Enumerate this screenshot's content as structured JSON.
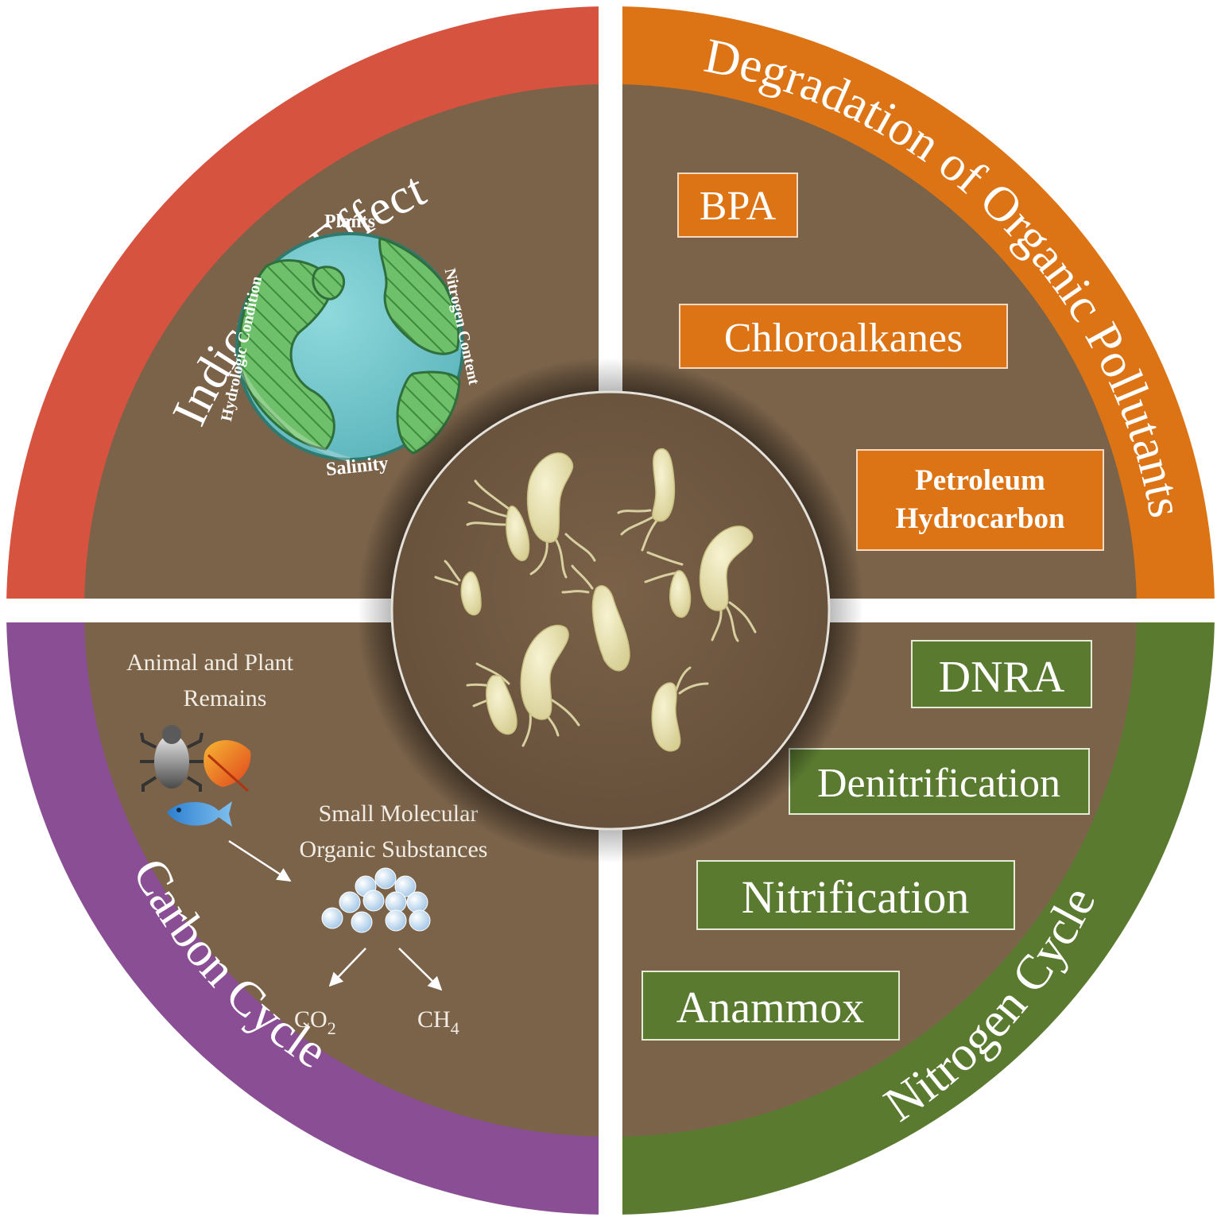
{
  "center": {
    "bacteria_icon": "rod-shaped-bacteria-icon"
  },
  "quadrants": {
    "indicative": {
      "title": "Indicative Effect",
      "color": "#d6533f",
      "globe_labels": {
        "top": "Plants",
        "right": "Nitrogen Content",
        "bottom": "Salinity",
        "left": "Hydrologic Condition"
      }
    },
    "degradation": {
      "title": "Degradation of Organic Pollutants",
      "color": "#dc7416",
      "items": [
        "BPA",
        "Chloroalkanes"
      ],
      "item3_line1": "Petroleum",
      "item3_line2": "Hydrocarbon"
    },
    "carbon": {
      "title": "Carbon Cycle",
      "color": "#894e93",
      "remains_line1": "Animal and Plant",
      "remains_line2": "Remains",
      "molecules_line1": "Small Molecular",
      "molecules_line2": "Organic Substances",
      "product1_base": "CO",
      "product1_sub": "2",
      "product2_base": "CH",
      "product2_sub": "4",
      "icons": [
        "beetle-icon",
        "leaf-icon",
        "fish-icon",
        "molecule-cluster-icon"
      ]
    },
    "nitrogen": {
      "title": "Nitrogen Cycle",
      "color": "#5a7a30",
      "items": [
        "DNRA",
        "Denitrification",
        "Nitrification",
        "Anammox"
      ]
    }
  },
  "colors": {
    "soil": "#7b634a",
    "center_fill": "#6e5741",
    "bacteria": "#e8e2b0",
    "gap": "#ffffff"
  }
}
